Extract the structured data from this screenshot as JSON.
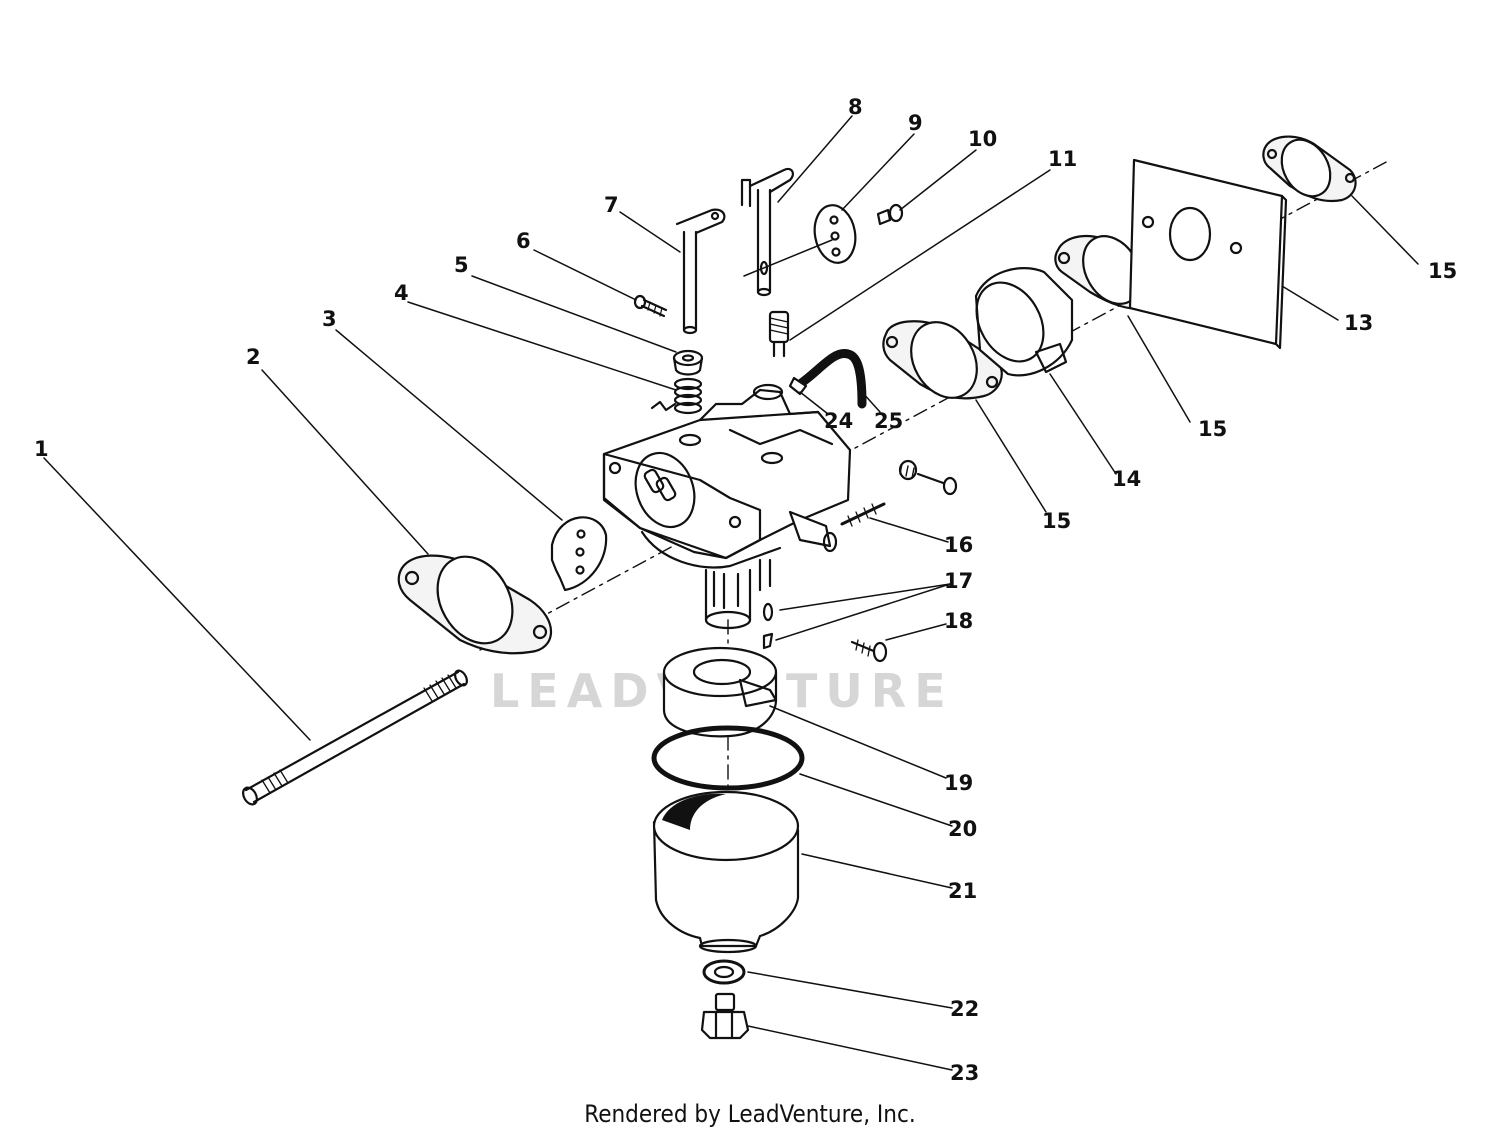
{
  "watermark": "LEADVENTURE",
  "footer": "Rendered by LeadVenture, Inc.",
  "callouts": [
    "1",
    "2",
    "3",
    "4",
    "5",
    "6",
    "7",
    "8",
    "9",
    "10",
    "11",
    "13",
    "14",
    "15",
    "15",
    "15",
    "15",
    "16",
    "17",
    "18",
    "19",
    "20",
    "21",
    "22",
    "23",
    "24",
    "25"
  ]
}
